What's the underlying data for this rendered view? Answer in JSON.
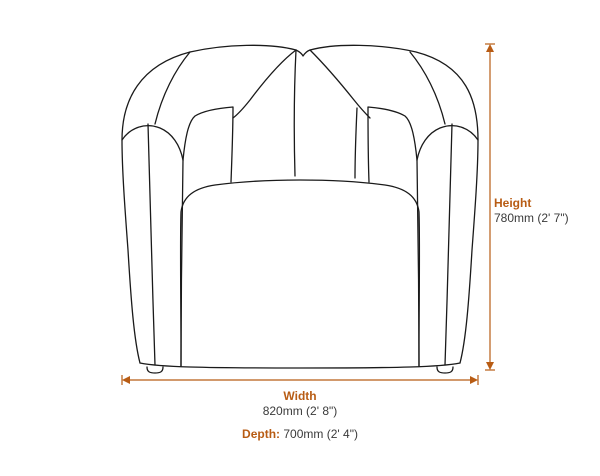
{
  "colors": {
    "accent": "#b85c14",
    "line": "#1a1a1a",
    "text": "#3a3a3a",
    "background": "#ffffff"
  },
  "dimensions": {
    "height": {
      "label": "Height",
      "value": "780mm (2' 7\")"
    },
    "width": {
      "label": "Width",
      "value": "820mm (2' 8\")"
    },
    "depth": {
      "label": "Depth:",
      "value": "700mm (2' 4\")"
    }
  }
}
